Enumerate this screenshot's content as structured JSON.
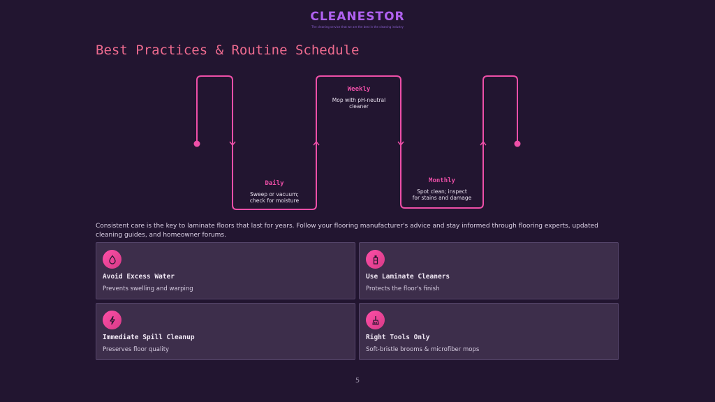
{
  "brand": {
    "name": "CLEANESTOR",
    "tagline": "The cleaning service that we are the best in the cleaning industry"
  },
  "title": "Best Practices & Routine Schedule",
  "routine": [
    {
      "label": "Daily",
      "desc_line1": "Sweep or vacuum;",
      "desc_line2": "check for moisture"
    },
    {
      "label": "Weekly",
      "desc_line1": "Mop with pH-neutral",
      "desc_line2": "cleaner"
    },
    {
      "label": "Monthly",
      "desc_line1": "Spot clean; inspect",
      "desc_line2": "for stains and damage"
    }
  ],
  "intro": "Consistent care is the key to laminate floors that last for years. Follow your flooring manufacturer's advice and stay informed through flooring experts, updated cleaning guides, and homeowner forums.",
  "cards": [
    {
      "icon": "water-drop-icon",
      "title": "Avoid Excess Water",
      "desc": "Prevents swelling and warping"
    },
    {
      "icon": "spray-bottle-icon",
      "title": "Use Laminate Cleaners",
      "desc": "Protects the floor's finish"
    },
    {
      "icon": "lightning-icon",
      "title": "Immediate Spill Cleanup",
      "desc": "Preserves floor quality"
    },
    {
      "icon": "broom-icon",
      "title": "Right Tools Only",
      "desc": "Soft-bristle brooms & microfiber mops"
    }
  ],
  "page_number": "5",
  "colors": {
    "background": "#221530",
    "accent_pink": "#ee4fa8",
    "title": "#ee6b8f",
    "brand": "#b061f0",
    "card_bg": "#3d2e4b"
  }
}
